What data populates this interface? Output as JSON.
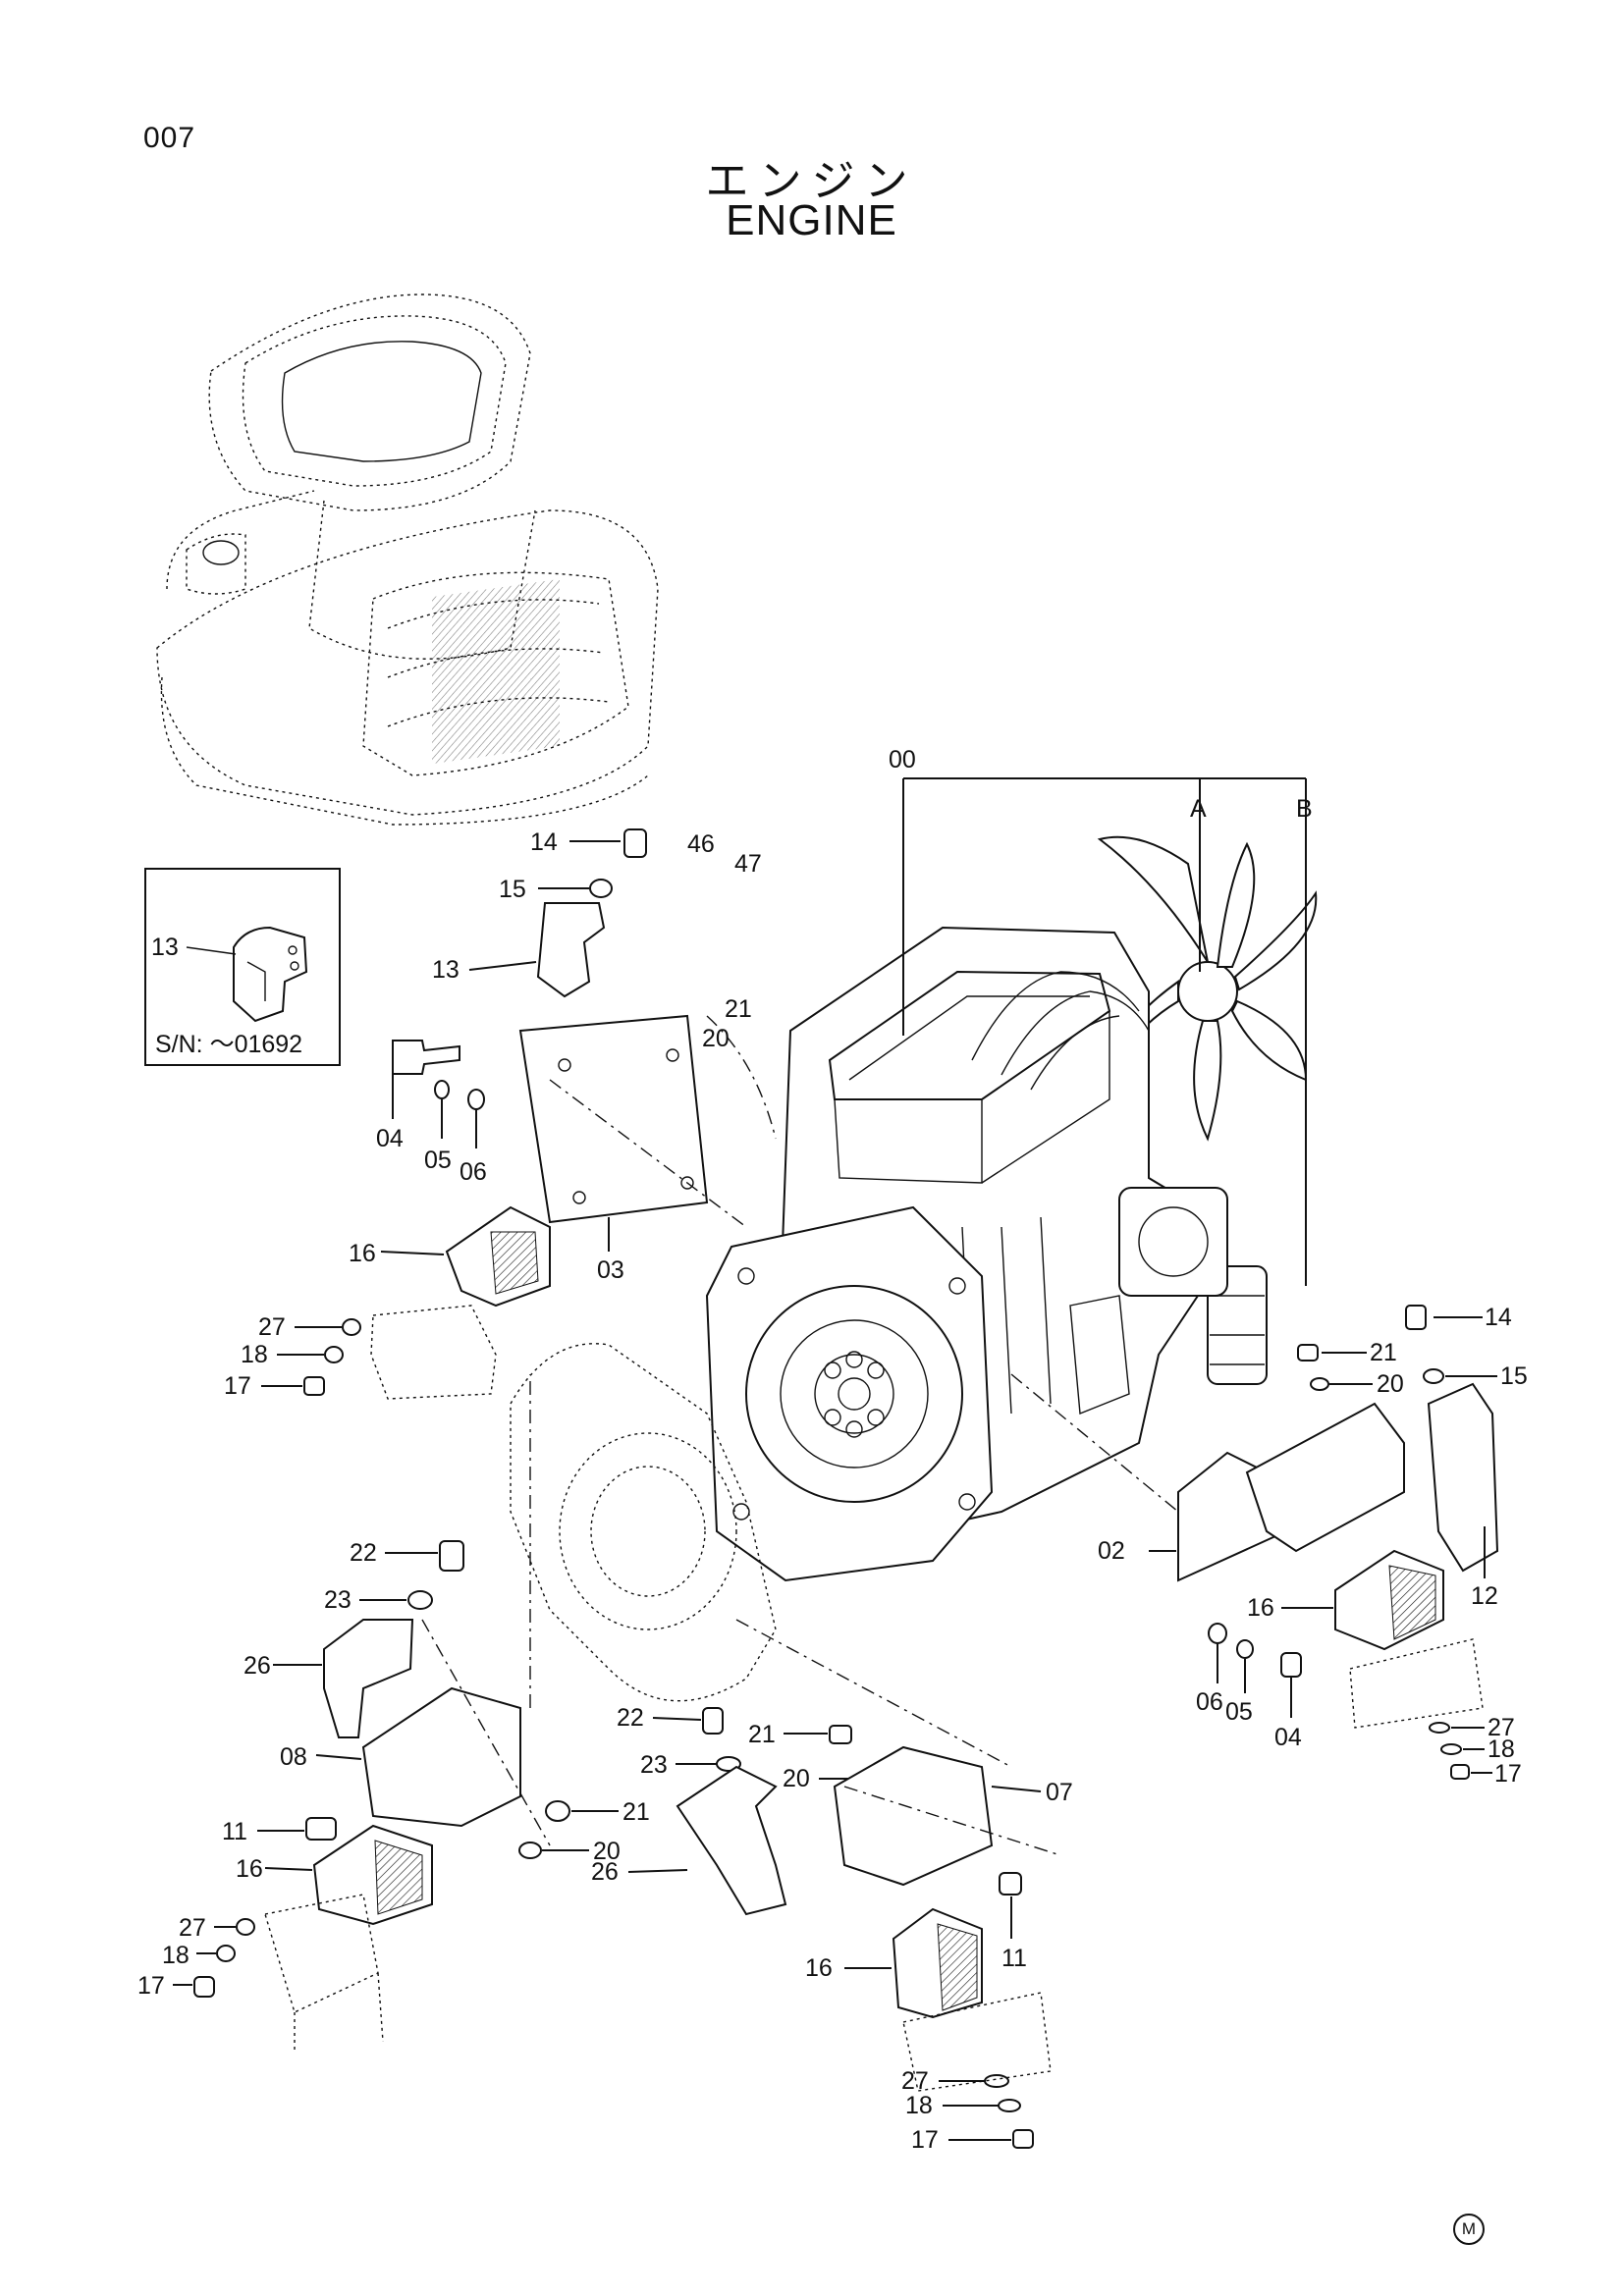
{
  "page": {
    "number": "007",
    "title_jp": "エンジン",
    "title_en": "ENGINE",
    "mark": "M"
  },
  "inset": {
    "callout": "13",
    "serial": "S/N: ～01692"
  },
  "callouts": {
    "c00": "00",
    "cA": "A",
    "cB": "B",
    "c14a": "14",
    "c15a": "15",
    "c13": "13",
    "c46": "46",
    "c47": "47",
    "c21a": "21",
    "c20a": "20",
    "c04a": "04",
    "c05a": "05",
    "c06a": "06",
    "c03": "03",
    "c16a": "16",
    "c27a": "27",
    "c18a": "18",
    "c17a": "17",
    "c14b": "14",
    "c21b": "21",
    "c20b": "20",
    "c15b": "15",
    "c02": "02",
    "c16b": "16",
    "c12": "12",
    "c06b": "06",
    "c05b": "05",
    "c04b": "04",
    "c27b": "27",
    "c18b": "18",
    "c17b": "17",
    "c22a": "22",
    "c23a": "23",
    "c26a": "26",
    "c08": "08",
    "c11a": "11",
    "c16c": "16",
    "c21c": "21",
    "c20c": "20",
    "c27c": "27",
    "c18c": "18",
    "c17c": "17",
    "c22b": "22",
    "c21d": "21",
    "c23b": "23",
    "c20d": "20",
    "c07": "07",
    "c26b": "26",
    "c11b": "11",
    "c16d": "16",
    "c27d": "27",
    "c18d": "18",
    "c17d": "17"
  }
}
